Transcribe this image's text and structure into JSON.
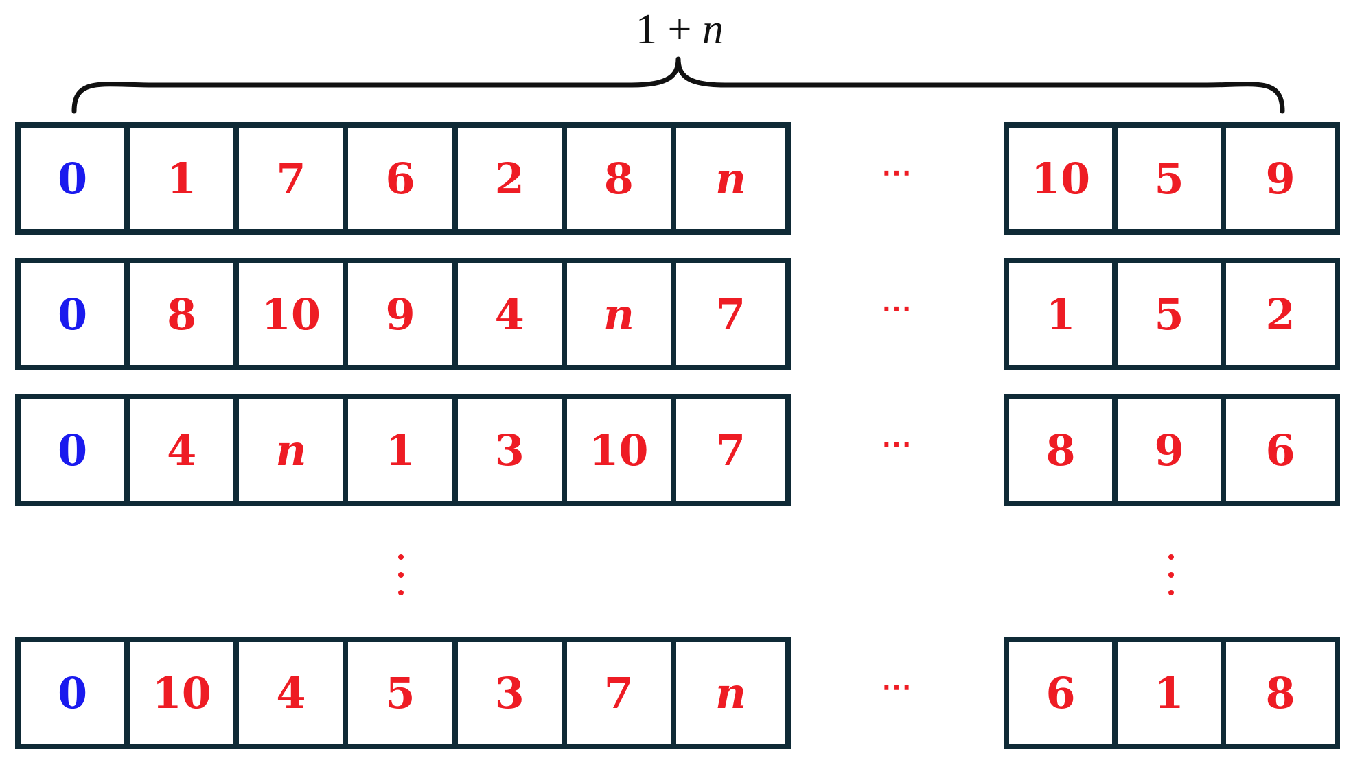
{
  "diagram": {
    "brace_label": {
      "prefix": "1 + ",
      "variable": "n"
    },
    "ellipsis_h": "⋯",
    "rows": [
      {
        "left": [
          "0",
          "1",
          "7",
          "6",
          "2",
          "8",
          "n"
        ],
        "right": [
          "10",
          "5",
          "9"
        ]
      },
      {
        "left": [
          "0",
          "8",
          "10",
          "9",
          "4",
          "n",
          "7"
        ],
        "right": [
          "1",
          "5",
          "2"
        ]
      },
      {
        "left": [
          "0",
          "4",
          "n",
          "1",
          "3",
          "10",
          "7"
        ],
        "right": [
          "8",
          "9",
          "6"
        ]
      },
      {
        "left": [
          "0",
          "10",
          "4",
          "5",
          "3",
          "7",
          "n"
        ],
        "right": [
          "6",
          "1",
          "8"
        ]
      }
    ],
    "colors": {
      "depot": "#1a1aee",
      "customer": "#ee1c24",
      "border": "#0f2a36"
    }
  }
}
